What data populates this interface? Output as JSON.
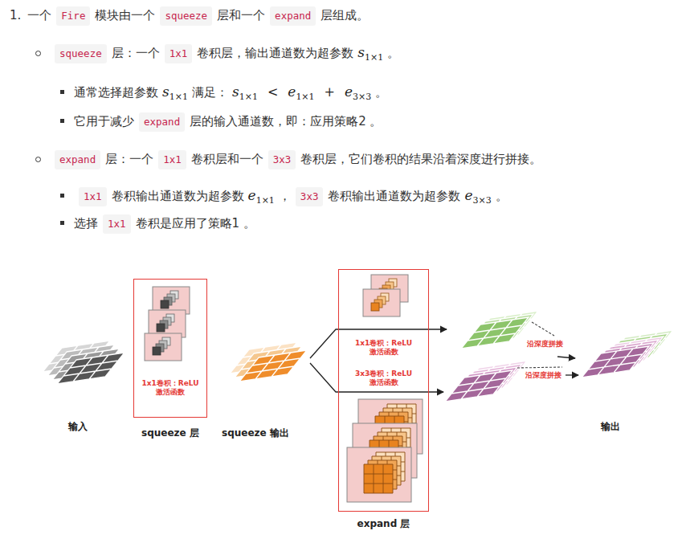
{
  "diagram": {
    "nodes": [
      {
        "text": [
          "1x1卷积：ReLU 激活函数",
          "squeeze 层"
        ]
      },
      {
        "text": [
          "1x1卷积：ReLU 激活函数",
          "3x3卷积：ReLU 激活函数",
          "expand 层"
        ]
      }
    ],
    "labels": [
      "1.",
      "一个",
      "Fire",
      "模块由一个",
      "squeeze",
      "层和一个",
      "expand",
      "层组成。",
      "squeeze",
      "层：一个",
      "1x1",
      "卷积层，输出通道数为超参数",
      "s",
      "1×1",
      "。",
      "通常选择超参数",
      "s",
      "1×1",
      "满足：",
      "s",
      "1×1",
      "<",
      "e",
      "1×1",
      "+",
      "e",
      "3×3",
      "。",
      "它用于减少",
      "expand",
      "层的输入通道数，即：应用策略2 。",
      "expand",
      "层：一个",
      "1x1",
      "卷积层和一个",
      "3x3",
      "卷积层，它们卷积的结果沿着深度进行拼接。",
      "1x1",
      "卷积输出通道数为超参数",
      "e",
      "1×1",
      "，",
      "3x3",
      "卷积输出通道数为超参数",
      "e",
      "3×3",
      "。",
      "选择",
      "1x1",
      "卷积是应用了策略1 。",
      "输入",
      "squeeze 输出",
      "沿深度拼接",
      "沿深度拼接",
      "输出"
    ]
  }
}
